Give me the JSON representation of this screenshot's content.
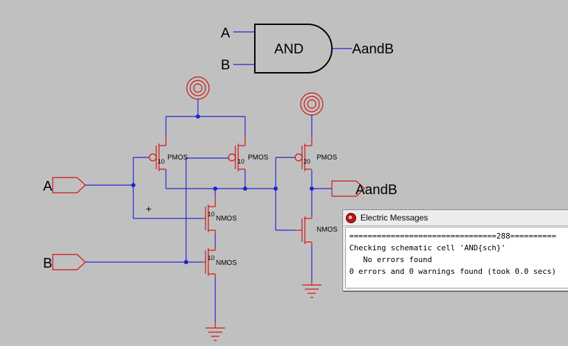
{
  "symbol": {
    "gate_label": "AND",
    "input_a": "A",
    "input_b": "B",
    "output": "AandB"
  },
  "schematic": {
    "pin_a": "A",
    "pin_b": "B",
    "pin_out": "AandB",
    "cross_mark": "+",
    "transistors": [
      {
        "name": "pmos-a",
        "type": "PMOS",
        "size": "10"
      },
      {
        "name": "pmos-b",
        "type": "PMOS",
        "size": "10"
      },
      {
        "name": "pmos-inv",
        "type": "PMOS",
        "size": "20"
      },
      {
        "name": "nmos-a",
        "type": "NMOS",
        "size": "10"
      },
      {
        "name": "nmos-b",
        "type": "NMOS",
        "size": "10"
      },
      {
        "name": "nmos-inv",
        "type": "NMOS",
        "size": ""
      }
    ]
  },
  "messages_window": {
    "title": "Electric Messages",
    "lines": [
      "================================288==========",
      "Checking schematic cell 'AND{sch}'",
      "   No errors found",
      "0 errors and 0 warnings found (took 0.0 secs)"
    ]
  },
  "colors": {
    "background": "#c0c0c0",
    "wire": "#2020d8",
    "device": "#d01010",
    "text": "#000000"
  }
}
